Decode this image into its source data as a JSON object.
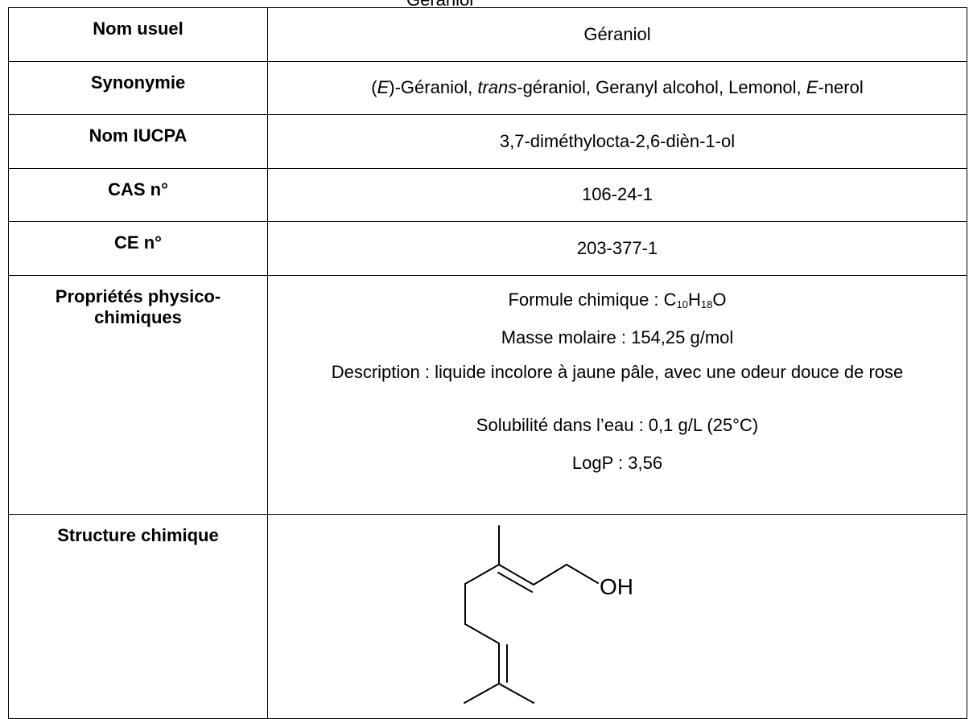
{
  "top_fragment": "geraniol-caption-partial",
  "rows": [
    {
      "label": "Nom usuel",
      "value": "Géraniol"
    },
    {
      "label": "Synonymie",
      "parts": [
        "(",
        "E",
        ")-Géraniol, ",
        "trans",
        "-géraniol, Geranyl alcohol, Lemonol, ",
        "E",
        "-nerol"
      ]
    },
    {
      "label": "Nom IUCPA",
      "value": "3,7-diméthylocta-2,6-dièn-1-ol"
    },
    {
      "label": "CAS n°",
      "value": "106-24-1"
    },
    {
      "label": "CE n°",
      "value": "203-377-1"
    },
    {
      "label": "Propriétés physico-chimiques",
      "formula": {
        "prefix": "Formule chimique : C",
        "c": "10",
        "h_label": "H",
        "h": "18",
        "o": "O"
      },
      "lines": [
        "Masse molaire : 154,25 g/mol",
        "Description : liquide incolore à jaune pâle, avec une odeur douce de rose",
        "Solubilité dans l’eau : 0,1 g/L (25°C)",
        "LogP : 3,56"
      ]
    },
    {
      "label": "Structure chimique",
      "oh_label": "OH"
    }
  ]
}
